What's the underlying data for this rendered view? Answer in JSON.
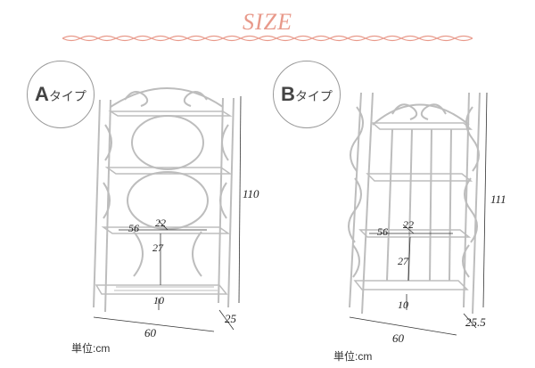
{
  "title": "SIZE",
  "unit_label": "単位:cm",
  "type_a": {
    "letter": "A",
    "suffix": "タイプ",
    "height": "110",
    "width": "60",
    "depth": "25",
    "inner_width": "56",
    "inner_depth": "22",
    "shelf_gap": "27",
    "floor_gap": "10"
  },
  "type_b": {
    "letter": "B",
    "suffix": "タイプ",
    "height": "111",
    "width": "60",
    "depth": "25.5",
    "inner_width": "56",
    "inner_depth": "22",
    "shelf_gap": "27",
    "floor_gap": "10"
  },
  "colors": {
    "title": "#e8998a",
    "ornament": "#e8998a",
    "frame": "#c8c8c8"
  }
}
